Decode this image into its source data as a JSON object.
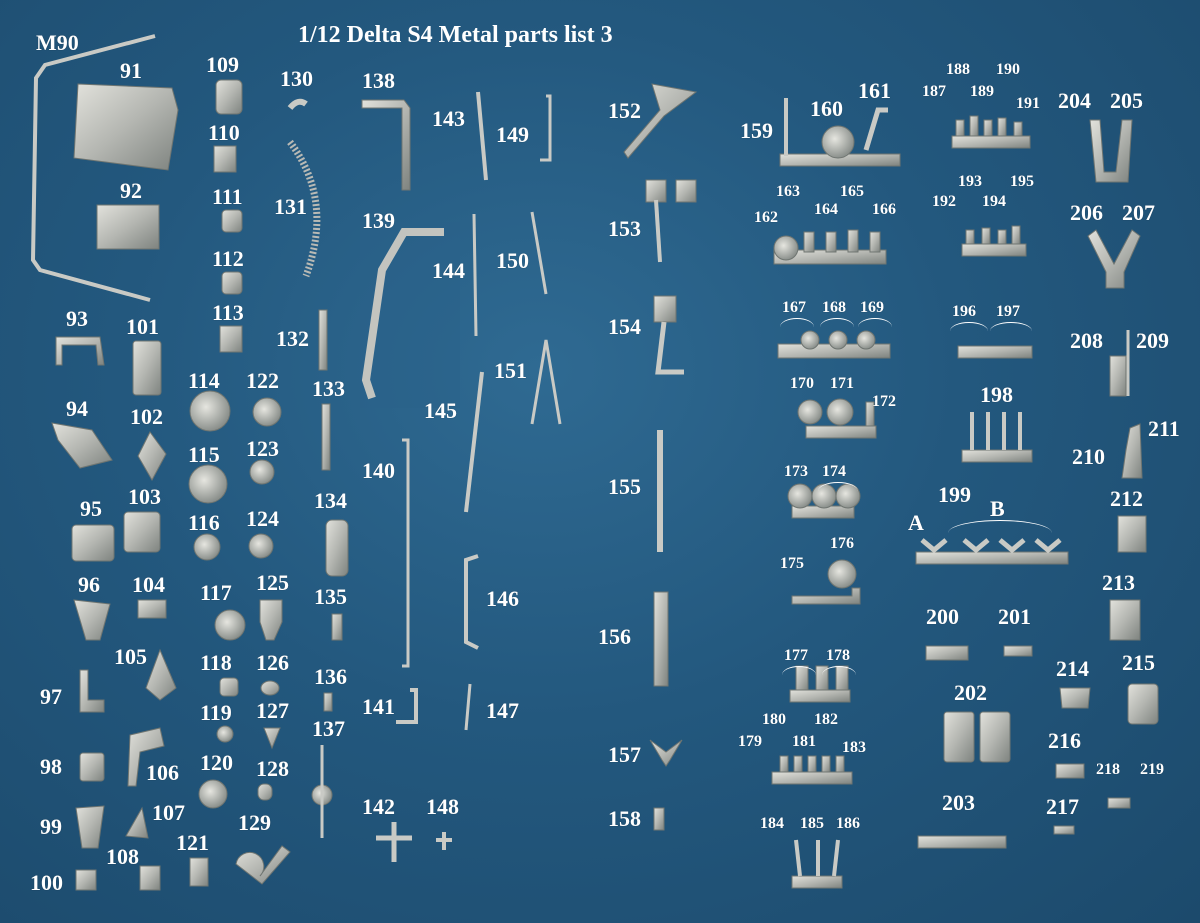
{
  "title": "1/12 Delta S4   Metal parts list 3",
  "colors": {
    "background": "#23587e",
    "metal": "#bdbdb8",
    "metal_dark": "#7f8580",
    "label": "#ffffff"
  },
  "labels": {
    "M90": "M90",
    "p91": "91",
    "p92": "92",
    "p93": "93",
    "p94": "94",
    "p95": "95",
    "p96": "96",
    "p97": "97",
    "p98": "98",
    "p99": "99",
    "p100": "100",
    "p101": "101",
    "p102": "102",
    "p103": "103",
    "p104": "104",
    "p105": "105",
    "p106": "106",
    "p107": "107",
    "p108": "108",
    "p109": "109",
    "p110": "110",
    "p111": "111",
    "p112": "112",
    "p113": "113",
    "p114": "114",
    "p115": "115",
    "p116": "116",
    "p117": "117",
    "p118": "118",
    "p119": "119",
    "p120": "120",
    "p121": "121",
    "p122": "122",
    "p123": "123",
    "p124": "124",
    "p125": "125",
    "p126": "126",
    "p127": "127",
    "p128": "128",
    "p129": "129",
    "p130": "130",
    "p131": "131",
    "p132": "132",
    "p133": "133",
    "p134": "134",
    "p135": "135",
    "p136": "136",
    "p137": "137",
    "p138": "138",
    "p139": "139",
    "p140": "140",
    "p141": "141",
    "p142": "142",
    "p143": "143",
    "p144": "144",
    "p145": "145",
    "p146": "146",
    "p147": "147",
    "p148": "148",
    "p149": "149",
    "p150": "150",
    "p151": "151",
    "p152": "152",
    "p153": "153",
    "p154": "154",
    "p155": "155",
    "p156": "156",
    "p157": "157",
    "p158": "158",
    "p159": "159",
    "p160": "160",
    "p161": "161",
    "p162": "162",
    "p163": "163",
    "p164": "164",
    "p165": "165",
    "p166": "166",
    "p167": "167",
    "p168": "168",
    "p169": "169",
    "p170": "170",
    "p171": "171",
    "p172": "172",
    "p173": "173",
    "p174": "174",
    "p175": "175",
    "p176": "176",
    "p177": "177",
    "p178": "178",
    "p179": "179",
    "p180": "180",
    "p181": "181",
    "p182": "182",
    "p183": "183",
    "p184": "184",
    "p185": "185",
    "p186": "186",
    "p187": "187",
    "p188": "188",
    "p189": "189",
    "p190": "190",
    "p191": "191",
    "p192": "192",
    "p193": "193",
    "p194": "194",
    "p195": "195",
    "p196": "196",
    "p197": "197",
    "p198": "198",
    "p199": "199",
    "pA": "A",
    "pB": "B",
    "p200": "200",
    "p201": "201",
    "p202": "202",
    "p203": "203",
    "p204": "204",
    "p205": "205",
    "p206": "206",
    "p207": "207",
    "p208": "208",
    "p209": "209",
    "p210": "210",
    "p211": "211",
    "p212": "212",
    "p213": "213",
    "p214": "214",
    "p215": "215",
    "p216": "216",
    "p217": "217",
    "p218": "218",
    "p219": "219"
  }
}
